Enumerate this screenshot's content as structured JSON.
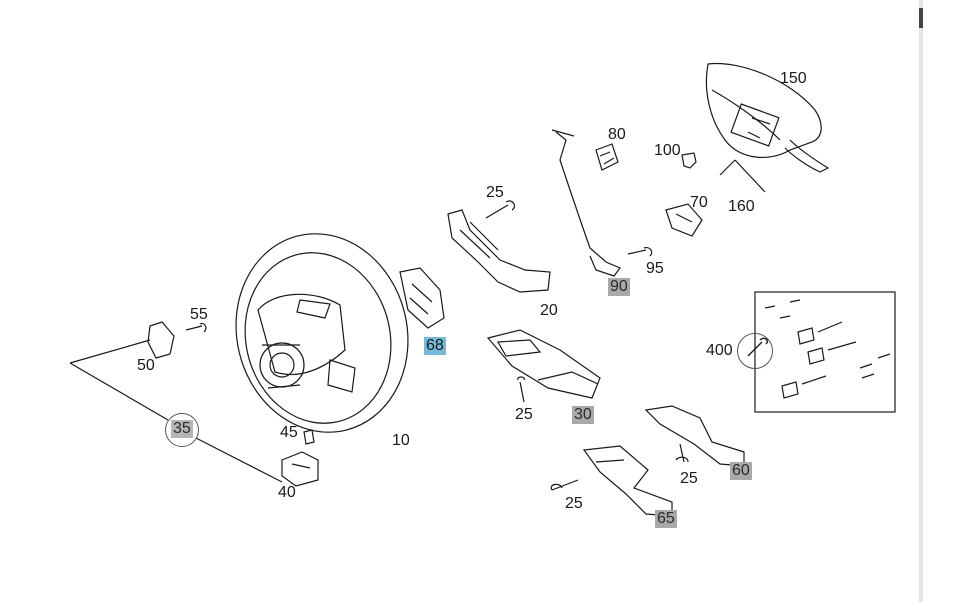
{
  "callouts": {
    "c150": "150",
    "c80": "80",
    "c100": "100",
    "c160": "160",
    "c70": "70",
    "c25a": "25",
    "c95": "95",
    "c90": "90",
    "c20": "20",
    "c68": "68",
    "c55": "55",
    "c50": "50",
    "c400": "400",
    "c25b": "25",
    "c30": "30",
    "c35": "35",
    "c45": "45",
    "c10": "10",
    "c40": "40",
    "c25c": "25",
    "c60": "60",
    "c25d": "25",
    "c65": "65"
  },
  "colors": {
    "line": "#1a1a1a",
    "highlight_gray": "#a9a9a9",
    "highlight_blue": "#78b9da"
  }
}
